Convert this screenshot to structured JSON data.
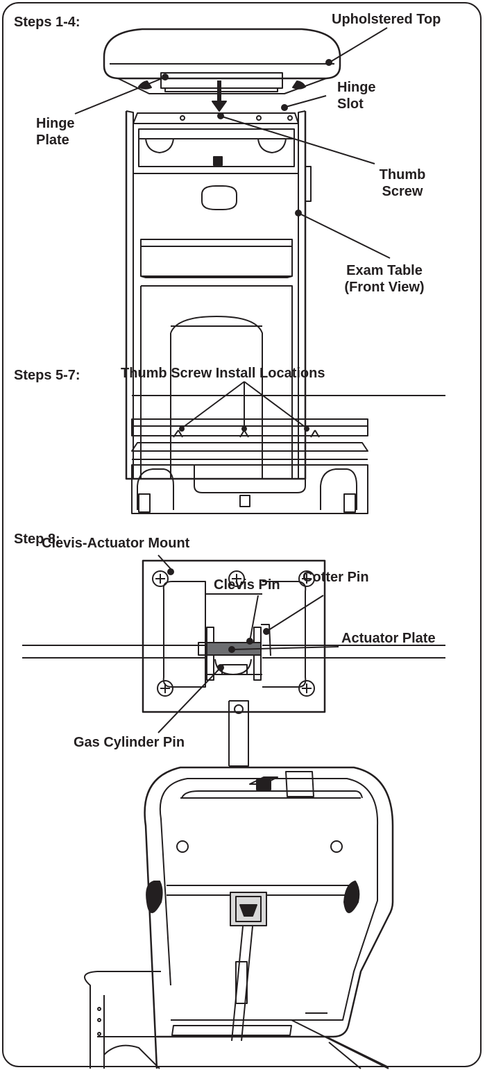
{
  "sections": {
    "steps_1_4": "Steps 1-4:",
    "steps_5_7": "Steps 5-7:",
    "step_8": "Step 8:"
  },
  "callouts": {
    "upholstered_top": "Upholstered Top",
    "hinge_slot": "Hinge\nSlot",
    "hinge_plate": "Hinge\nPlate",
    "thumb_screw": "Thumb\nScrew",
    "exam_table": "Exam Table\n(Front View)",
    "thumb_screw_install": "Thumb Screw Install Locations",
    "clevis_actuator_mount": "Clevis-Actuator Mount",
    "clevis_pin": "Clevis Pin",
    "cotter_pin": "Cotter Pin",
    "actuator_plate": "Actuator Plate",
    "gas_cylinder_pin": "Gas Cylinder Pin"
  },
  "colors": {
    "ink": "#231f20",
    "gray": "#6d6e71",
    "light": "#d9d9d9"
  }
}
